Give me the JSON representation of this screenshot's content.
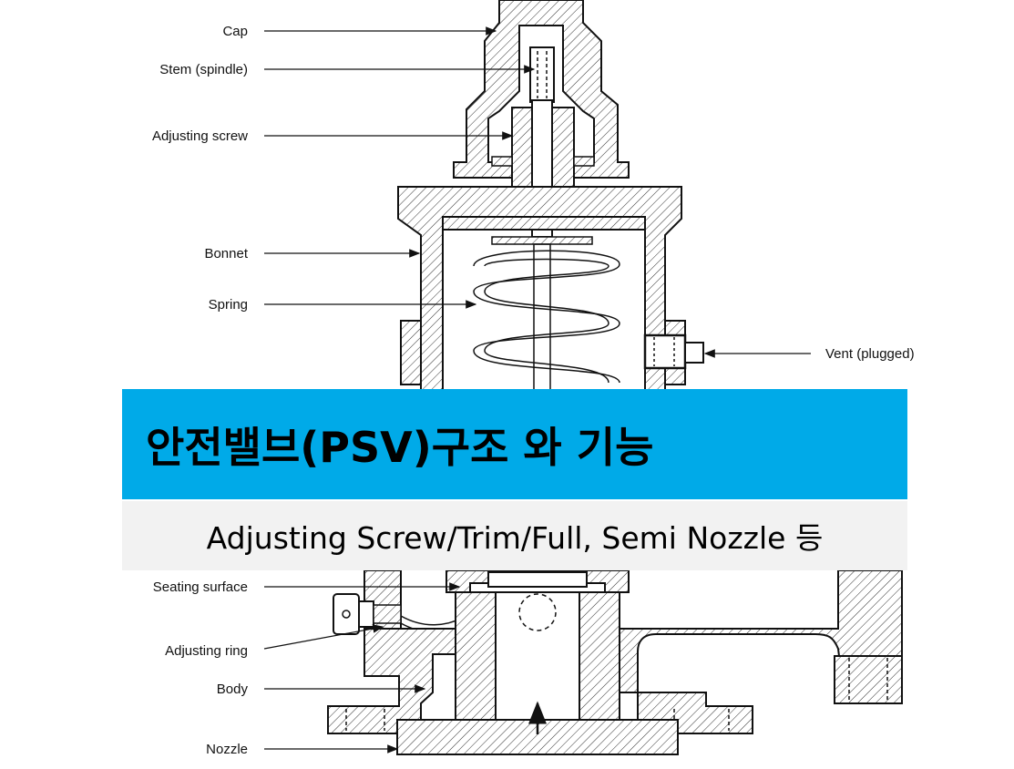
{
  "title": "안전밸브(PSV)구조 와 기능",
  "subtitle": "Adjusting Screw/Trim/Full, Semi Nozzle 등",
  "colors": {
    "banner": "#00aae8",
    "subtitle_band": "#f2f2f2",
    "line": "#111111"
  },
  "labels": {
    "cap": "Cap",
    "stem": "Stem (spindle)",
    "adjusting_screw": "Adjusting screw",
    "bonnet": "Bonnet",
    "spring": "Spring",
    "vent": "Vent (plugged)",
    "seating_surface": "Seating surface",
    "adjusting_ring": "Adjusting ring",
    "body": "Body",
    "nozzle": "Nozzle"
  }
}
